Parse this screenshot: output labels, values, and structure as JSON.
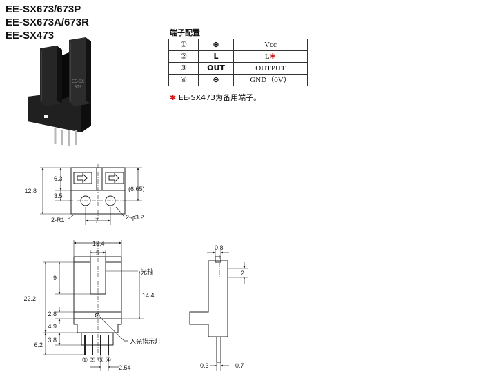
{
  "models": [
    "EE-SX673/673P",
    "EE-SX673A/673R",
    "EE-SX473"
  ],
  "pin_config": {
    "title": "端子配置",
    "rows": [
      {
        "num": "①",
        "symbol": "⊕",
        "label": "Vcc",
        "mark": ""
      },
      {
        "num": "②",
        "symbol": "L",
        "label": "L",
        "mark": "✱"
      },
      {
        "num": "③",
        "symbol": "OUT",
        "label": "OUTPUT",
        "mark": ""
      },
      {
        "num": "④",
        "symbol": "⊖",
        "label": "GND（0V）",
        "mark": ""
      }
    ],
    "note_mark": "✱",
    "note": "EE-SX473为备用端子。"
  },
  "product_marking": [
    "EE-SX",
    "673"
  ],
  "top_view": {
    "dims": [
      "6.3",
      "12.8",
      "3.5",
      "(6.65)",
      "7",
      "2-R1",
      "2-φ3.2"
    ]
  },
  "front_view": {
    "dims": [
      "13.4",
      "5",
      "9",
      "14.4",
      "22.2",
      "2.8",
      "4.9",
      "6.2",
      "3.8",
      "2.54"
    ],
    "labels": {
      "optical_axis": "光轴",
      "indicator": "入光指示灯"
    },
    "pins": [
      "①",
      "②",
      "③",
      "④"
    ]
  },
  "side_view": {
    "dims": [
      "0.8",
      "2",
      "0.3",
      "0.7"
    ]
  }
}
